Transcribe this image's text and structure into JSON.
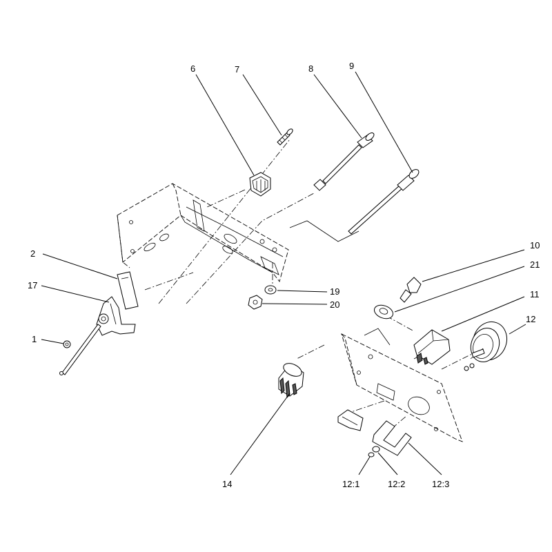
{
  "callouts": [
    {
      "id": "c1",
      "label": "1"
    },
    {
      "id": "c2",
      "label": "2"
    },
    {
      "id": "c6",
      "label": "6"
    },
    {
      "id": "c7",
      "label": "7"
    },
    {
      "id": "c8",
      "label": "8"
    },
    {
      "id": "c9",
      "label": "9"
    },
    {
      "id": "c10",
      "label": "10"
    },
    {
      "id": "c11",
      "label": "11"
    },
    {
      "id": "c12",
      "label": "12"
    },
    {
      "id": "c14",
      "label": "14"
    },
    {
      "id": "c17",
      "label": "17"
    },
    {
      "id": "c19",
      "label": "19"
    },
    {
      "id": "c20",
      "label": "20"
    },
    {
      "id": "c21",
      "label": "21"
    },
    {
      "id": "c12_1",
      "label": "12:1"
    },
    {
      "id": "c12_2",
      "label": "12:2"
    },
    {
      "id": "c12_3",
      "label": "12:3"
    }
  ]
}
